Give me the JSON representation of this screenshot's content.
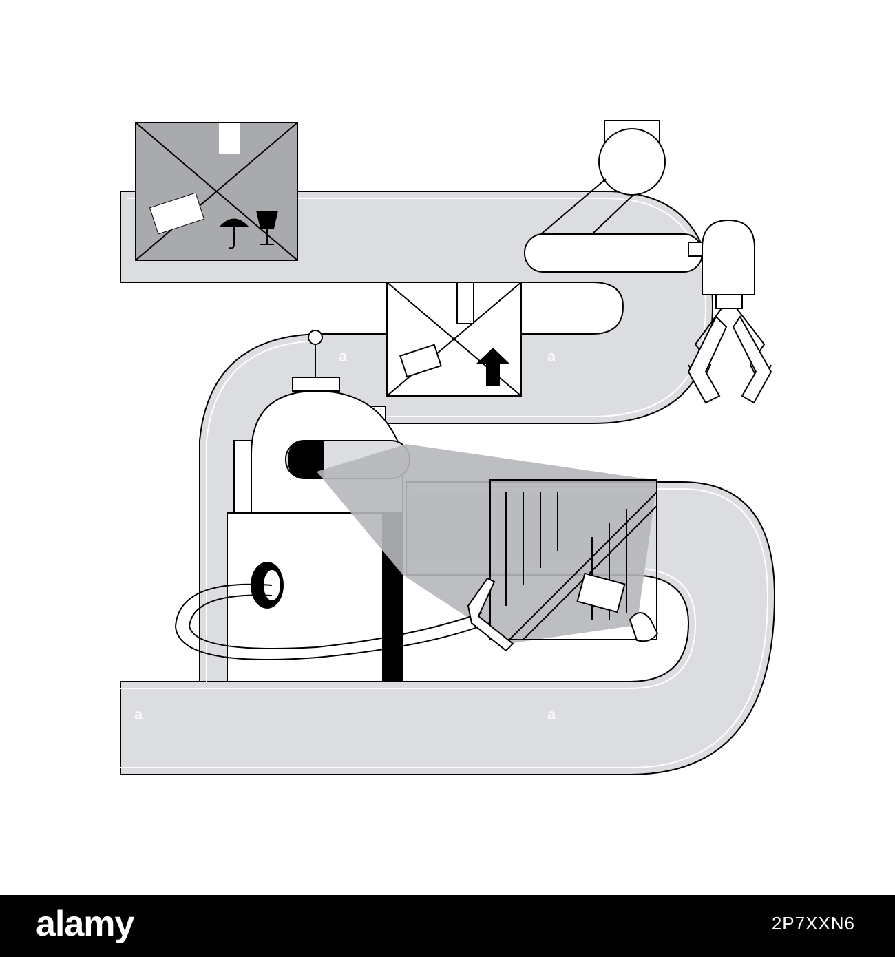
{
  "illustration": {
    "subject": "conveyor-belt-automation",
    "colors": {
      "belt": "#dcdde0",
      "box_dark": "#a9aaad",
      "box_light": "#ffffff",
      "stroke": "#000000",
      "beam": "#b6b7ba"
    },
    "watermark_glyph": "a"
  },
  "footer": {
    "brand": "alamy",
    "stock_id": "2P7XXN6"
  }
}
